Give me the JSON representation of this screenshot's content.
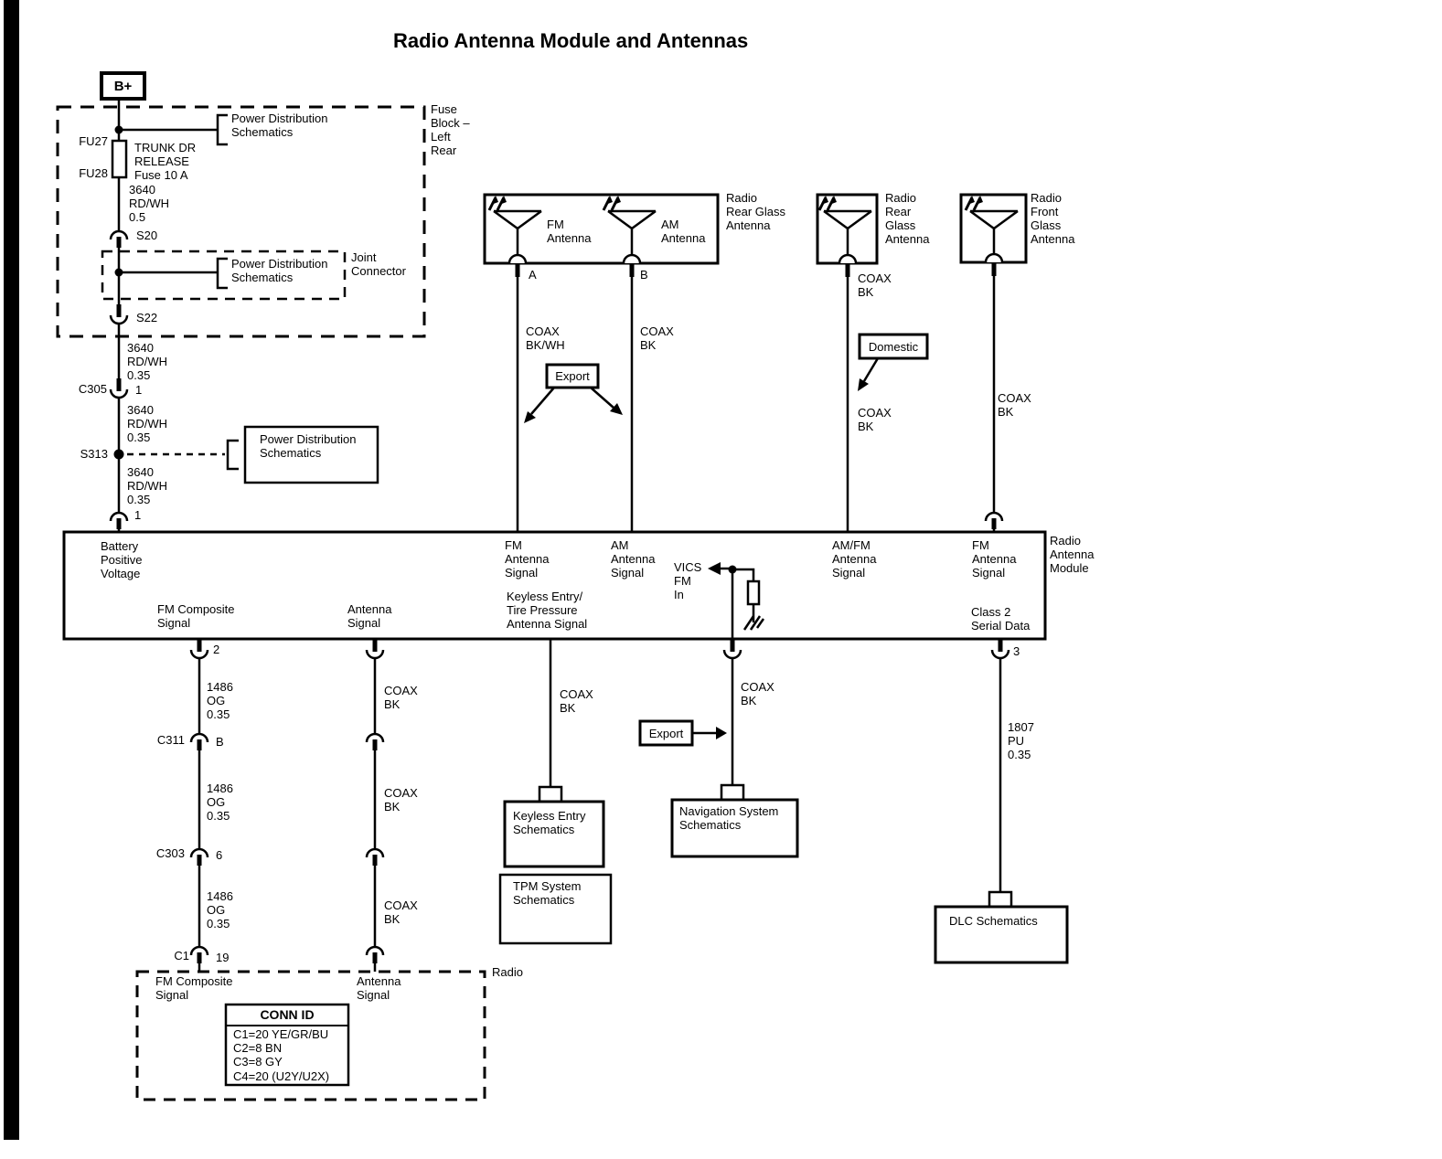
{
  "title": "Radio Antenna Module and Antennas",
  "colors": {
    "ink": "#000000",
    "paper": "#ffffff"
  },
  "feed": {
    "b_plus": "B+",
    "fuse_block_label": "Fuse\nBlock –\nLeft\nRear",
    "pds1": "Power Distribution\nSchematics",
    "fu27": "FU27",
    "fu28": "FU28",
    "fuse_name": "TRUNK DR\nRELEASE\nFuse 10 A",
    "wire_b_plus": "3640\nRD/WH\n0.5",
    "s20": "S20",
    "joint_connector": "Joint\nConnector",
    "pds2": "Power Distribution\nSchematics",
    "s22": "S22",
    "wire_s22": "3640\nRD/WH\n0.35",
    "c305": "C305",
    "c305_pin": "1",
    "wire_c305": "3640\nRD/WH\n0.35",
    "s313": "S313",
    "pds3": "Power Distribution\nSchematics",
    "wire_s313": "3640\nRD/WH\n0.35",
    "module_pin": "1"
  },
  "antennas": {
    "rear_combo": {
      "label": "Radio\nRear Glass\nAntenna",
      "fm": "FM\nAntenna",
      "am": "AM\nAntenna",
      "pin_a": "A",
      "pin_b": "B",
      "fm_wire": "COAX\nBK/WH",
      "am_wire": "COAX\nBK",
      "export_tag": "Export"
    },
    "rear": {
      "label": "Radio\nRear\nGlass\nAntenna",
      "wire_top": "COAX\nBK",
      "domestic_tag": "Domestic",
      "wire_bottom": "COAX\nBK"
    },
    "front": {
      "label": "Radio\nFront\nGlass\nAntenna",
      "wire": "COAX\nBK"
    }
  },
  "module": {
    "label": "Radio\nAntenna\nModule",
    "battery": "Battery\nPositive\nVoltage",
    "fm_signal": "FM\nAntenna\nSignal",
    "am_signal": "AM\nAntenna\nSignal",
    "amfm_signal": "AM/FM\nAntenna\nSignal",
    "fm_signal2": "FM\nAntenna\nSignal",
    "vics": "VICS\nFM\nIn",
    "fm_composite": "FM Composite\nSignal",
    "antenna_signal": "Antenna\nSignal",
    "keyless": "Keyless Entry/\nTire Pressure\nAntenna Signal",
    "class2": "Class 2\nSerial Data"
  },
  "below": {
    "pin2": "2",
    "fm_wire1": "1486\nOG\n0.35",
    "c311": "C311",
    "c311_pin": "B",
    "fm_wire2": "1486\nOG\n0.35",
    "c303": "C303",
    "c303_pin": "6",
    "fm_wire3": "1486\nOG\n0.35",
    "c1": "C1",
    "c1_pin": "19",
    "ant_wire1": "COAX\nBK",
    "ant_wire2": "COAX\nBK",
    "ant_wire3": "COAX\nBK",
    "keyless_wire": "COAX\nBK",
    "keyless_box": "Keyless Entry\nSchematics",
    "tpm_box": "TPM System\nSchematics",
    "nav_wire": "COAX\nBK",
    "export_tag": "Export",
    "nav_box": "Navigation System\nSchematics",
    "pin3": "3",
    "class2_wire": "1807\nPU\n0.35",
    "dlc_box": "DLC Schematics"
  },
  "radio": {
    "label": "Radio",
    "fm_composite": "FM Composite\nSignal",
    "antenna_signal": "Antenna\nSignal",
    "conn_id": {
      "header": "CONN ID",
      "rows": [
        "C1=20 YE/GR/BU",
        "C2=8 BN",
        "C3=8 GY",
        "C4=20 (U2Y/U2X)"
      ]
    }
  }
}
